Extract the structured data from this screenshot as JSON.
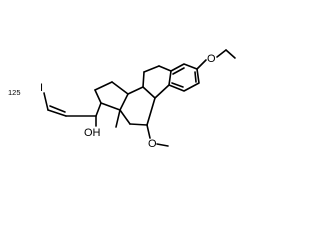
{
  "molecule": {
    "labels": {
      "methoxy_top": "O",
      "methoxy_bottom": "O",
      "hydroxyl": "OH",
      "iodine": "I",
      "isotope": "125"
    }
  }
}
